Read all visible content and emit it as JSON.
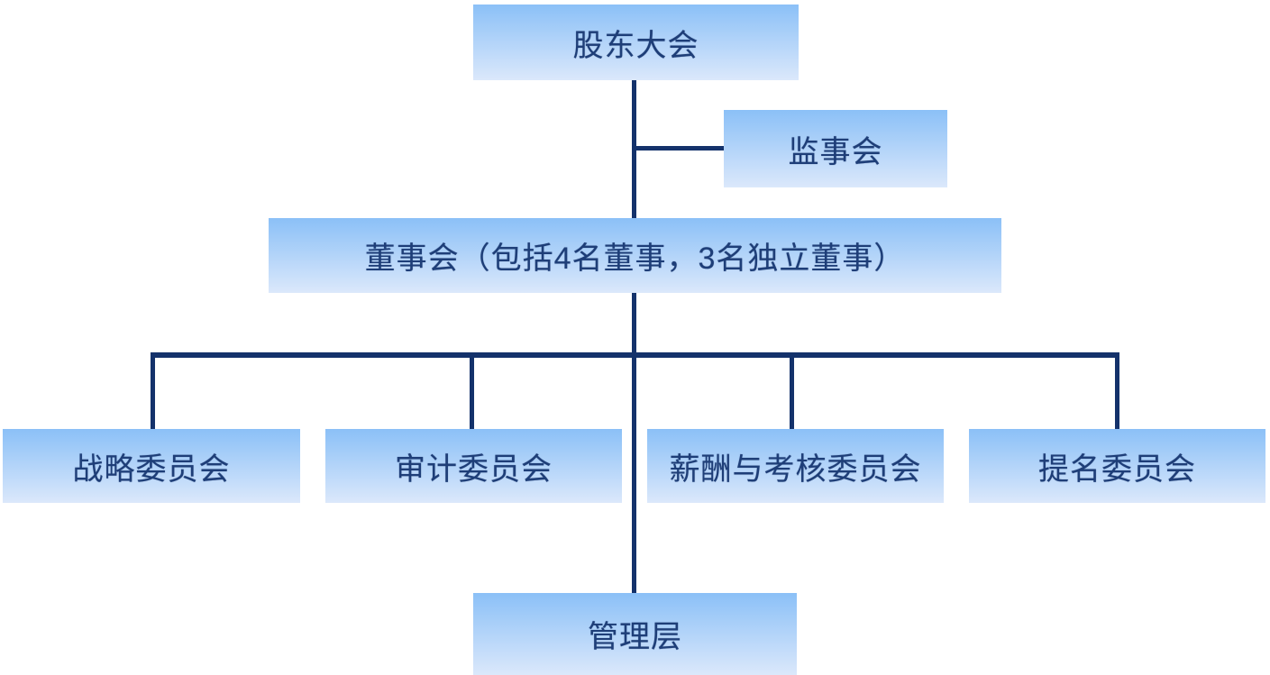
{
  "org": {
    "nodes": [
      {
        "id": "shareholders-meeting",
        "label": "股东大会"
      },
      {
        "id": "supervisory-board",
        "label": "监事会"
      },
      {
        "id": "board-of-directors",
        "label": "董事会（包括4名董事，3名独立董事）"
      },
      {
        "id": "strategy-committee",
        "label": "战略委员会"
      },
      {
        "id": "audit-committee",
        "label": "审计委员会"
      },
      {
        "id": "compensation-assessment-committee",
        "label": "薪酬与考核委员会"
      },
      {
        "id": "nomination-committee",
        "label": "提名委员会"
      },
      {
        "id": "management",
        "label": "管理层"
      }
    ],
    "edges": [
      {
        "from": "shareholders-meeting",
        "to": "supervisory-board"
      },
      {
        "from": "shareholders-meeting",
        "to": "board-of-directors"
      },
      {
        "from": "board-of-directors",
        "to": "strategy-committee"
      },
      {
        "from": "board-of-directors",
        "to": "audit-committee"
      },
      {
        "from": "board-of-directors",
        "to": "compensation-assessment-committee"
      },
      {
        "from": "board-of-directors",
        "to": "nomination-committee"
      },
      {
        "from": "board-of-directors",
        "to": "management"
      }
    ],
    "colors": {
      "connector_line": "#14326b",
      "node_text": "#1e3e78",
      "node_gradient_top": "#8bc0f7",
      "node_gradient_bottom": "#dbe8fb",
      "page_background": "#ffffff"
    }
  }
}
